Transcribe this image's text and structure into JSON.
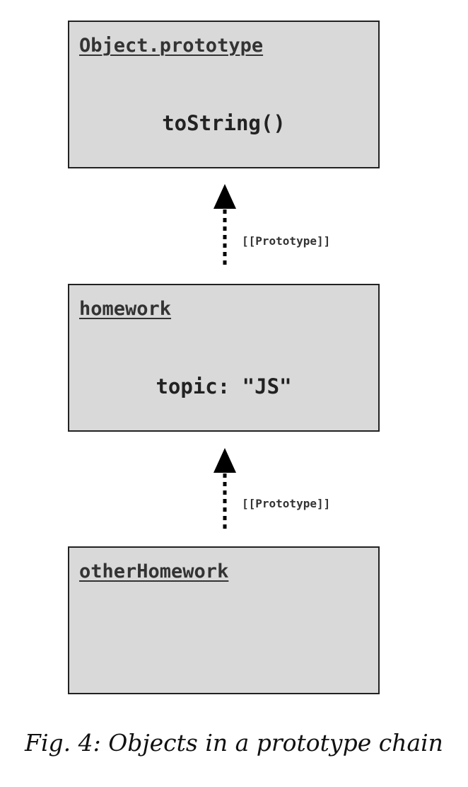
{
  "nodes": [
    {
      "title": "Object.prototype",
      "property": "toString()"
    },
    {
      "title": "homework",
      "property": "topic: \"JS\""
    },
    {
      "title": "otherHomework",
      "property": ""
    }
  ],
  "links": [
    {
      "label": "[[Prototype]]"
    },
    {
      "label": "[[Prototype]]"
    }
  ],
  "caption": "Fig. 4: Objects in a prototype chain",
  "colors": {
    "box_fill": "#d9d9d9",
    "box_border": "#222222",
    "arrow": "#000000"
  }
}
